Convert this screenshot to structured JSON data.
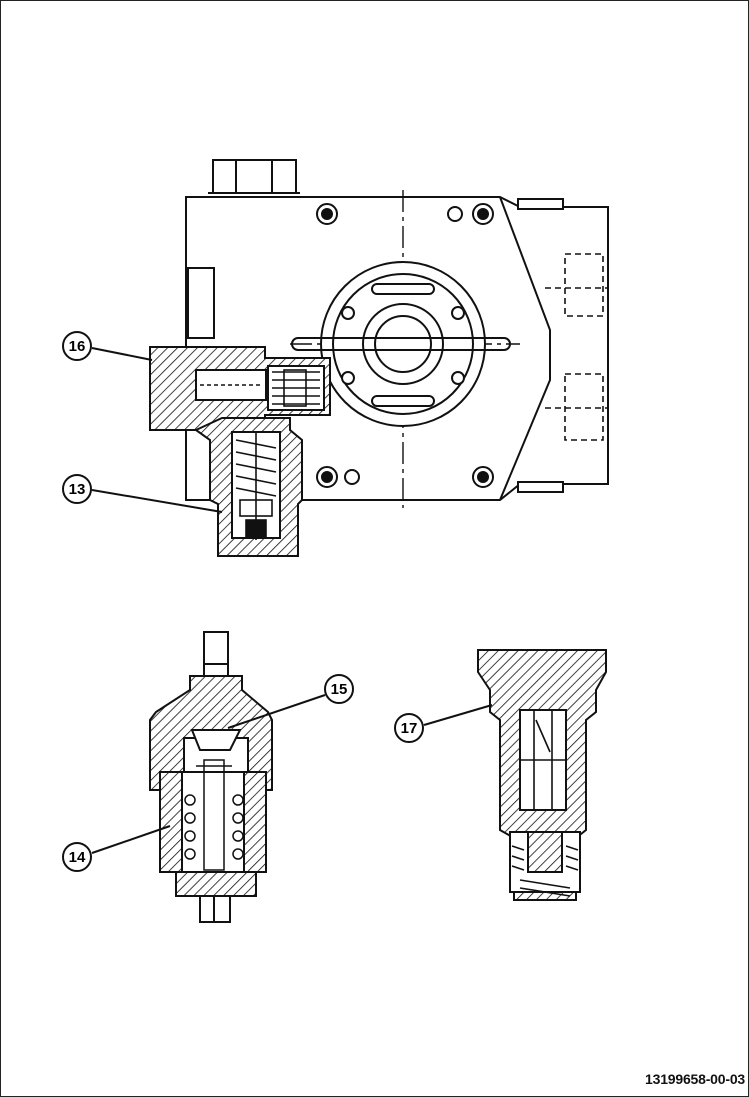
{
  "diagram": {
    "callouts": [
      {
        "id": "16",
        "label": "16"
      },
      {
        "id": "13",
        "label": "13"
      },
      {
        "id": "15",
        "label": "15"
      },
      {
        "id": "14",
        "label": "14"
      },
      {
        "id": "17",
        "label": "17"
      }
    ],
    "reference_number": "13199658-00-03",
    "colors": {
      "line": "#111111",
      "hatch": "#111111",
      "background": "#ffffff"
    }
  }
}
